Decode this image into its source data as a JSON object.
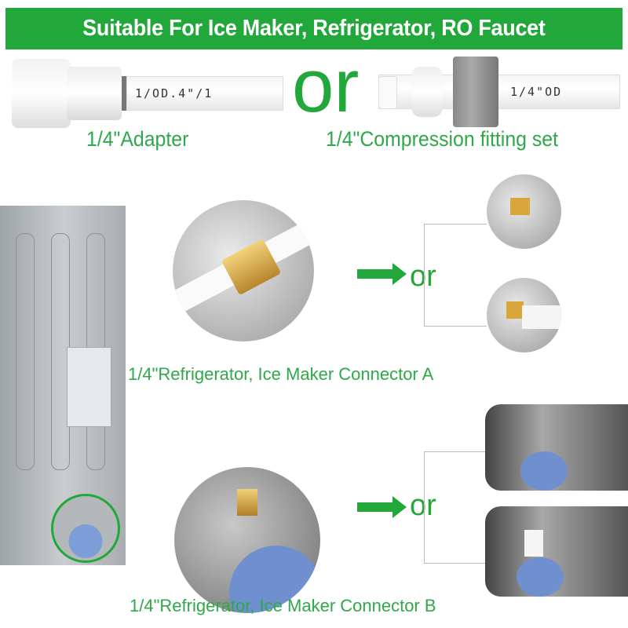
{
  "banner": {
    "title": "Suitable For Ice Maker, Refrigerator, RO Faucet",
    "color": "#22a83a"
  },
  "top_options": {
    "adapter": {
      "label": "1/4\"Adapter",
      "tube_print": "1/OD.4\"/1"
    },
    "separator": "or",
    "compression": {
      "label": "1/4\"Compression fitting set",
      "tube_print": "1/4\"OD"
    }
  },
  "connector_a": {
    "label": "1/4\"Refrigerator, Ice Maker Connector A",
    "separator": "or"
  },
  "connector_b": {
    "label": "1/4\"Refrigerator, Ice Maker Connector B",
    "separator": "or"
  },
  "accent_color": "#2fa84a"
}
